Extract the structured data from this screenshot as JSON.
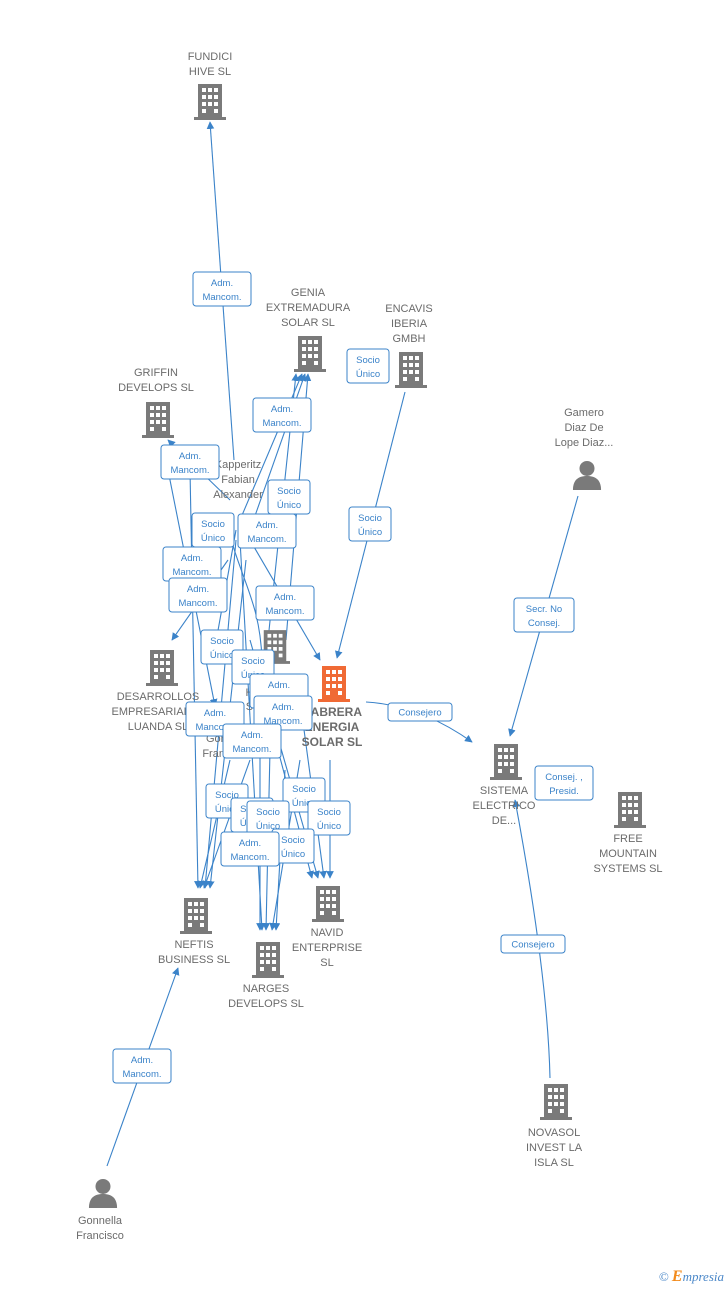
{
  "colors": {
    "edge": "#3b83c9",
    "node": "#7a7a7a",
    "main_node": "#f06a35",
    "label": "#6b6b6b"
  },
  "nodes": {
    "fundici": {
      "lines": [
        "FUNDICI",
        "HIVE  SL"
      ],
      "icon": "building-icon"
    },
    "genia": {
      "lines": [
        "GENIA",
        "EXTREMADURA",
        "SOLAR SL"
      ],
      "icon": "building-icon"
    },
    "encavis": {
      "lines": [
        "ENCAVIS",
        "IBERIA",
        "GMBH"
      ],
      "icon": "building-icon"
    },
    "griffin": {
      "lines": [
        "GRIFFIN",
        "DEVELOPS  SL"
      ],
      "icon": "building-icon"
    },
    "gamero": {
      "lines": [
        "Gamero",
        "Diaz De",
        "Lope Diaz..."
      ],
      "icon": "person-icon"
    },
    "kapperitz": {
      "lines": [
        "Kapperitz",
        "Fabian",
        "Alexander"
      ],
      "icon": "person-icon"
    },
    "desarrollos": {
      "lines": [
        "DESARROLLOS",
        "EMPRESARIALES",
        "LUANDA  SL"
      ],
      "icon": "building-icon"
    },
    "holding": {
      "lines": [
        "H...",
        "S..."
      ],
      "icon": "building-icon"
    },
    "cabrera": {
      "lines": [
        "CABRERA",
        "ENERGIA",
        "SOLAR  SL"
      ],
      "icon": "building-icon"
    },
    "gonnella_mid": {
      "lines": [
        "Gonnella",
        "Francesco"
      ],
      "icon": "person-icon"
    },
    "sistema": {
      "lines": [
        "SISTEMA",
        "ELECTRICO",
        "DE..."
      ],
      "icon": "building-icon"
    },
    "free": {
      "lines": [
        "FREE",
        "MOUNTAIN",
        "SYSTEMS  SL"
      ],
      "icon": "building-icon"
    },
    "neftis": {
      "lines": [
        "NEFTIS",
        "BUSINESS  SL"
      ],
      "icon": "building-icon"
    },
    "navid": {
      "lines": [
        "NAVID",
        "ENTERPRISE",
        "SL"
      ],
      "icon": "building-icon"
    },
    "narges": {
      "lines": [
        "NARGES",
        "DEVELOPS  SL"
      ],
      "icon": "building-icon"
    },
    "novasol": {
      "lines": [
        "NOVASOL",
        "INVEST LA",
        "ISLA SL"
      ],
      "icon": "building-icon"
    },
    "gonnella": {
      "lines": [
        "Gonnella",
        "Francisco"
      ],
      "icon": "person-icon"
    }
  },
  "edge_labels": {
    "adm_mancom": [
      "Adm.",
      "Mancom."
    ],
    "socio_unico": [
      "Socio",
      "Único"
    ],
    "consejero": [
      "Consejero"
    ],
    "secr_no_consej": [
      "Secr.  No",
      "Consej."
    ],
    "consej_presid": [
      "Consej. ,",
      "Presid."
    ]
  },
  "brand": {
    "symbol": "©",
    "e": "E",
    "rest": "mpresia"
  }
}
